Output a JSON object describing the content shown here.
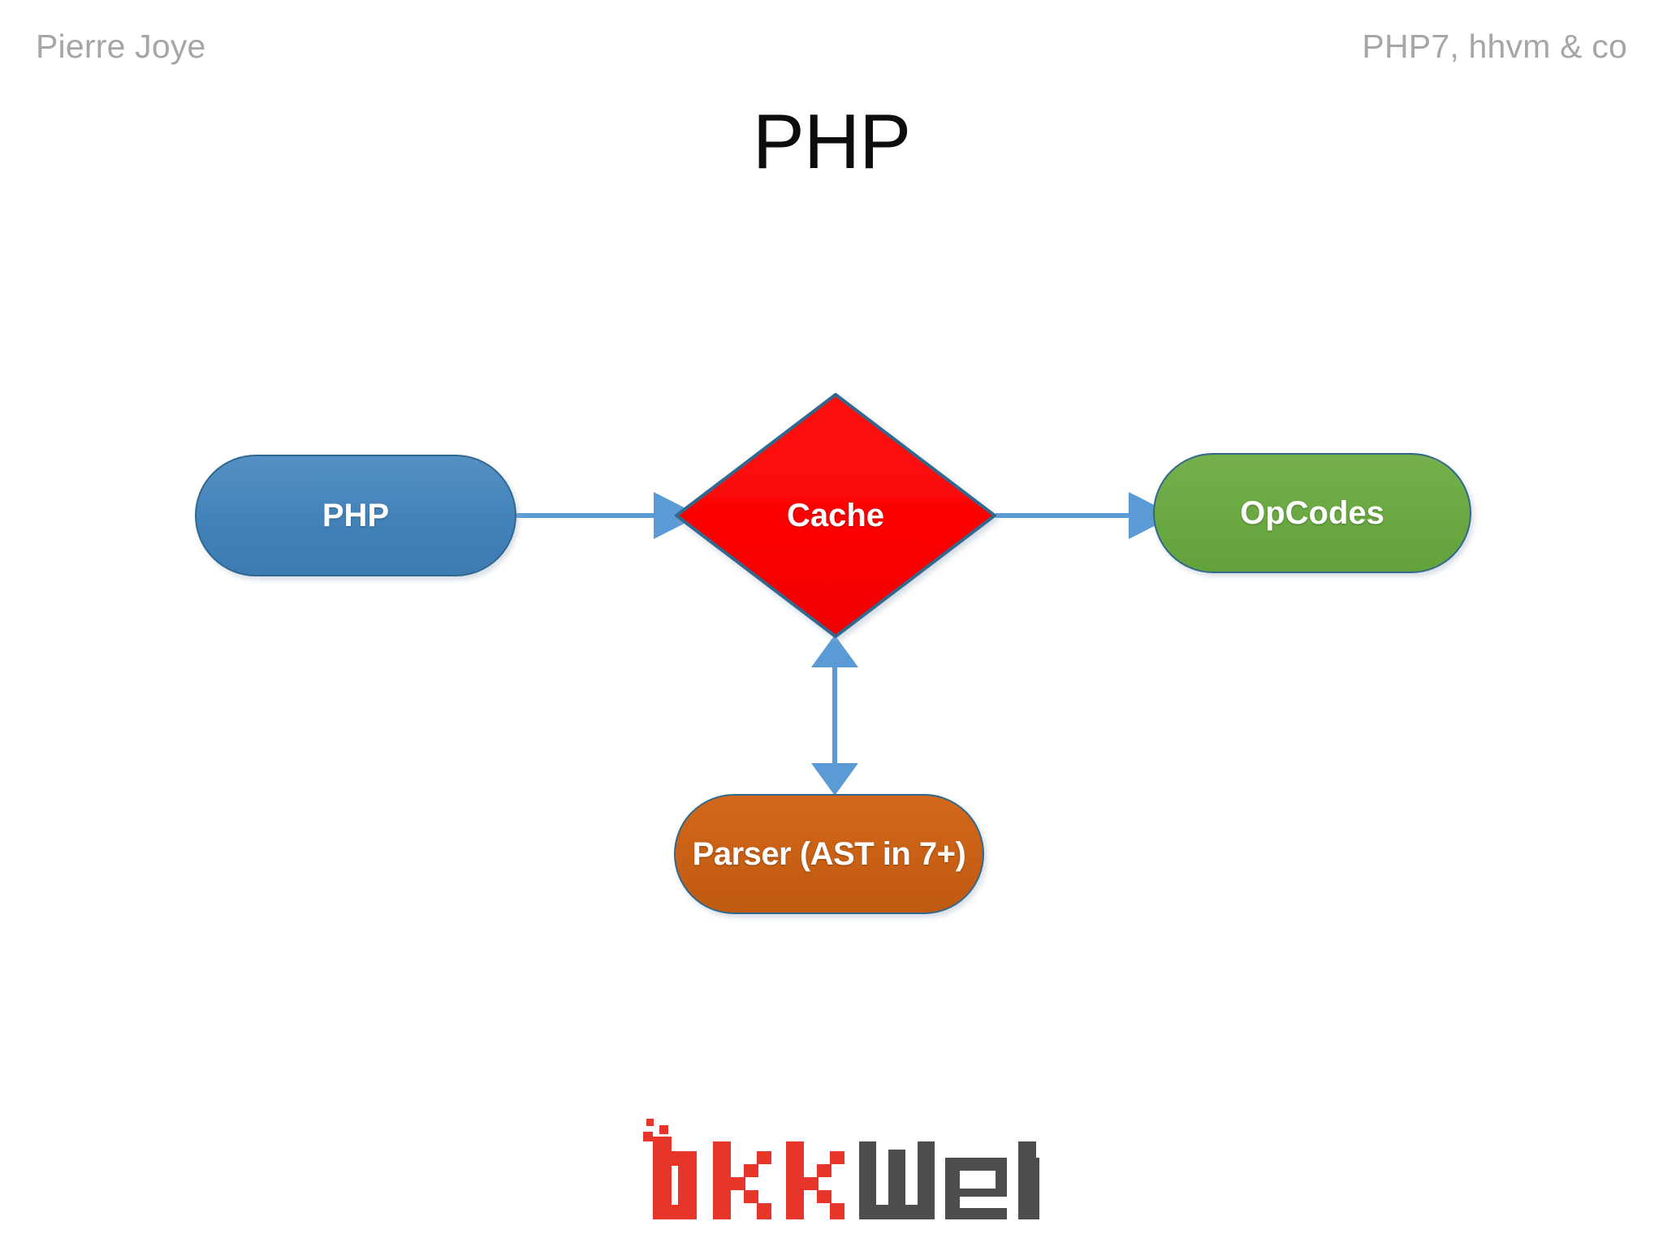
{
  "slide": {
    "header": {
      "left": "Pierre Joye",
      "right": "PHP7, hhvm & co"
    },
    "title": "PHP"
  },
  "diagram": {
    "type": "flowchart",
    "nodes": [
      {
        "id": "php",
        "label": "PHP",
        "shape": "rounded-pill",
        "fill": "#4a87bd",
        "border": "#31688e",
        "text_color": "#ffffff"
      },
      {
        "id": "cache",
        "label": "Cache",
        "shape": "diamond",
        "fill": "#fa0a0a",
        "border": "#31688e",
        "text_color": "#ffffff"
      },
      {
        "id": "opcodes",
        "label": "OpCodes",
        "shape": "rounded-pill",
        "fill": "#6cab44",
        "border": "#31688e",
        "text_color": "#ffffff"
      },
      {
        "id": "parser",
        "label": "Parser (AST in 7+)",
        "shape": "rounded-pill",
        "fill": "#cb6015",
        "border": "#31688e",
        "text_color": "#ffffff"
      }
    ],
    "edges": [
      {
        "id": "php-to-cache",
        "from": "php",
        "to": "cache",
        "direction": "single",
        "color": "#5b9bd5"
      },
      {
        "id": "cache-to-opcodes",
        "from": "cache",
        "to": "opcodes",
        "direction": "single",
        "color": "#5b9bd5"
      },
      {
        "id": "cache-parser",
        "from": "cache",
        "to": "parser",
        "direction": "double",
        "color": "#5b9bd5"
      }
    ]
  },
  "logo": {
    "name": "bkkWeb",
    "part_red": "bkk",
    "part_gray": "Web",
    "red": "#e8352b",
    "gray": "#4d4d4d"
  }
}
